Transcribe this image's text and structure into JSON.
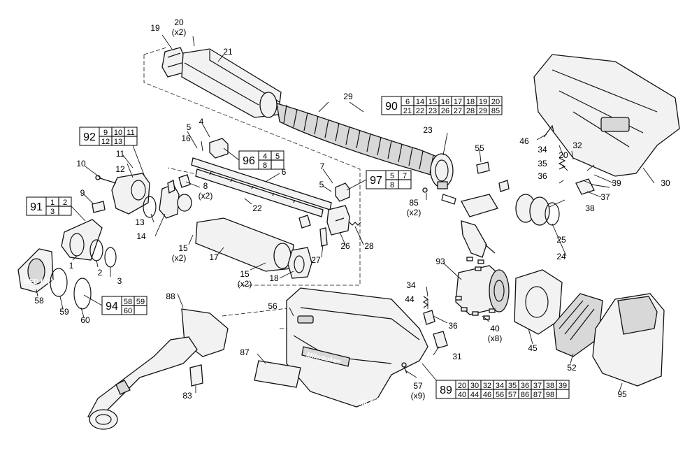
{
  "parts": [
    {
      "id": "p1",
      "label": "1"
    },
    {
      "id": "p2",
      "label": "2"
    },
    {
      "id": "p3",
      "label": "3"
    },
    {
      "id": "p4",
      "label": "4"
    },
    {
      "id": "p5a",
      "label": "5"
    },
    {
      "id": "p5b",
      "label": "5"
    },
    {
      "id": "p6",
      "label": "6"
    },
    {
      "id": "p7",
      "label": "7"
    },
    {
      "id": "p8",
      "label": "8"
    },
    {
      "id": "p8x",
      "label": "(x2)"
    },
    {
      "id": "p9",
      "label": "9"
    },
    {
      "id": "p10",
      "label": "10"
    },
    {
      "id": "p11",
      "label": "11"
    },
    {
      "id": "p12",
      "label": "12"
    },
    {
      "id": "p13",
      "label": "13"
    },
    {
      "id": "p14",
      "label": "14"
    },
    {
      "id": "p15a",
      "label": "15"
    },
    {
      "id": "p15ax",
      "label": "(x2)"
    },
    {
      "id": "p15b",
      "label": "15"
    },
    {
      "id": "p15bx",
      "label": "(x2)"
    },
    {
      "id": "p16",
      "label": "16"
    },
    {
      "id": "p17",
      "label": "17"
    },
    {
      "id": "p18",
      "label": "18"
    },
    {
      "id": "p19",
      "label": "19"
    },
    {
      "id": "p20a",
      "label": "20"
    },
    {
      "id": "p20ax",
      "label": "(x2)"
    },
    {
      "id": "p20b",
      "label": "20"
    },
    {
      "id": "p21",
      "label": "21"
    },
    {
      "id": "p22",
      "label": "22"
    },
    {
      "id": "p23",
      "label": "23"
    },
    {
      "id": "p24",
      "label": "24"
    },
    {
      "id": "p25",
      "label": "25"
    },
    {
      "id": "p26",
      "label": "26"
    },
    {
      "id": "p27",
      "label": "27"
    },
    {
      "id": "p28",
      "label": "28"
    },
    {
      "id": "p29",
      "label": "29"
    },
    {
      "id": "p30",
      "label": "30"
    },
    {
      "id": "p31",
      "label": "31"
    },
    {
      "id": "p32",
      "label": "32"
    },
    {
      "id": "p34a",
      "label": "34"
    },
    {
      "id": "p34b",
      "label": "34"
    },
    {
      "id": "p35",
      "label": "35"
    },
    {
      "id": "p36a",
      "label": "36"
    },
    {
      "id": "p36b",
      "label": "36"
    },
    {
      "id": "p37",
      "label": "37"
    },
    {
      "id": "p38",
      "label": "38"
    },
    {
      "id": "p39",
      "label": "39"
    },
    {
      "id": "p40",
      "label": "40"
    },
    {
      "id": "p40x",
      "label": "(x8)"
    },
    {
      "id": "p44",
      "label": "44"
    },
    {
      "id": "p45",
      "label": "45"
    },
    {
      "id": "p46",
      "label": "46"
    },
    {
      "id": "p52",
      "label": "52"
    },
    {
      "id": "p55",
      "label": "55"
    },
    {
      "id": "p56",
      "label": "56"
    },
    {
      "id": "p57",
      "label": "57"
    },
    {
      "id": "p57x",
      "label": "(x9)"
    },
    {
      "id": "p58",
      "label": "58"
    },
    {
      "id": "p59",
      "label": "59"
    },
    {
      "id": "p60",
      "label": "60"
    },
    {
      "id": "p83",
      "label": "83"
    },
    {
      "id": "p85",
      "label": "85"
    },
    {
      "id": "p85x",
      "label": "(x2)"
    },
    {
      "id": "p87",
      "label": "87"
    },
    {
      "id": "p88",
      "label": "88"
    },
    {
      "id": "p93",
      "label": "93"
    },
    {
      "id": "p95",
      "label": "95"
    }
  ],
  "kits": {
    "k89": {
      "number": "89",
      "rows": [
        [
          "20",
          "30",
          "32",
          "34",
          "35",
          "36",
          "37",
          "38",
          "39"
        ],
        [
          "40",
          "44",
          "46",
          "56",
          "57",
          "86",
          "87",
          "98",
          ""
        ]
      ]
    },
    "k90": {
      "number": "90",
      "rows": [
        [
          "6",
          "14",
          "15",
          "16",
          "17",
          "18",
          "19",
          "20"
        ],
        [
          "21",
          "22",
          "23",
          "26",
          "27",
          "28",
          "29",
          "85"
        ]
      ]
    },
    "k91": {
      "number": "91",
      "rows": [
        [
          "1",
          "2"
        ],
        [
          "3",
          ""
        ]
      ]
    },
    "k92": {
      "number": "92",
      "rows": [
        [
          "9",
          "10",
          "11"
        ],
        [
          "12",
          "13",
          ""
        ]
      ]
    },
    "k94": {
      "number": "94",
      "rows": [
        [
          "58",
          "59"
        ],
        [
          "60",
          ""
        ]
      ]
    },
    "k96": {
      "number": "96",
      "rows": [
        [
          "4",
          "5"
        ],
        [
          "8",
          ""
        ]
      ]
    },
    "k97": {
      "number": "97",
      "rows": [
        [
          "5",
          "7"
        ],
        [
          "8",
          ""
        ]
      ]
    }
  },
  "brand_marks": {
    "housing": "Milwaukee",
    "handle": "MILWAUKEE",
    "front_cap": "RED LITHIUM"
  }
}
